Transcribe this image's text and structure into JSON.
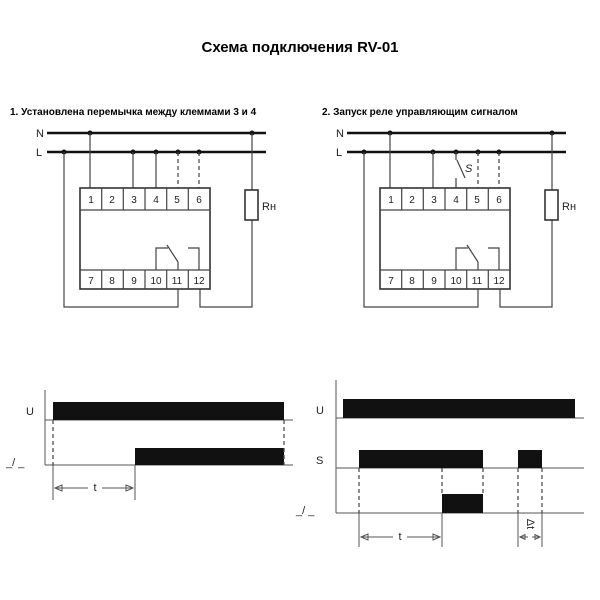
{
  "title": "Схема подключения RV-01",
  "diagram1": {
    "caption": "1. Установлена перемычка между  клеммами 3 и 4",
    "bus_n": "N",
    "bus_l": "L",
    "load": "Rн",
    "terminals_top": [
      "1",
      "2",
      "3",
      "4",
      "5",
      "6"
    ],
    "terminals_bottom": [
      "7",
      "8",
      "9",
      "10",
      "11",
      "12"
    ]
  },
  "diagram2": {
    "caption": "2. Запуск реле управляющим сигналом",
    "bus_n": "N",
    "bus_l": "L",
    "load": "Rн",
    "switch": "S",
    "terminals_top": [
      "1",
      "2",
      "3",
      "4",
      "5",
      "6"
    ],
    "terminals_bottom": [
      "7",
      "8",
      "9",
      "10",
      "11",
      "12"
    ]
  },
  "timing1": {
    "u_label": "U",
    "contact_label": "_/ _",
    "t_label": "t"
  },
  "timing2": {
    "u_label": "U",
    "s_label": "S",
    "contact_label": "_/ _",
    "t_label": "t",
    "dt_label": "Δt"
  }
}
